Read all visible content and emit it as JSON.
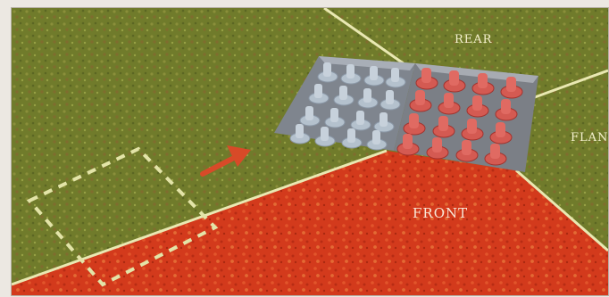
{
  "zones": {
    "rear": "REAR",
    "flank": "FLAN",
    "front": "FRONT"
  },
  "colors": {
    "grass": "#6f7a2a",
    "front_zone": "#d8381a",
    "zone_lines": "#e8e6a8",
    "blue_unit": "#a9b7c5",
    "red_unit": "#d34a42",
    "arrow": "#d84a28",
    "tray": "#8b8f98",
    "page_bg": "#ece8e2"
  },
  "units": {
    "blue": {
      "name": "blue-infantry-unit",
      "rows": 4,
      "cols": 4
    },
    "red": {
      "name": "red-infantry-unit",
      "rows": 4,
      "cols": 4
    }
  },
  "icons": {
    "movement_arrow": "arrow-up-right",
    "footprint_outline": "dashed-rectangle"
  }
}
